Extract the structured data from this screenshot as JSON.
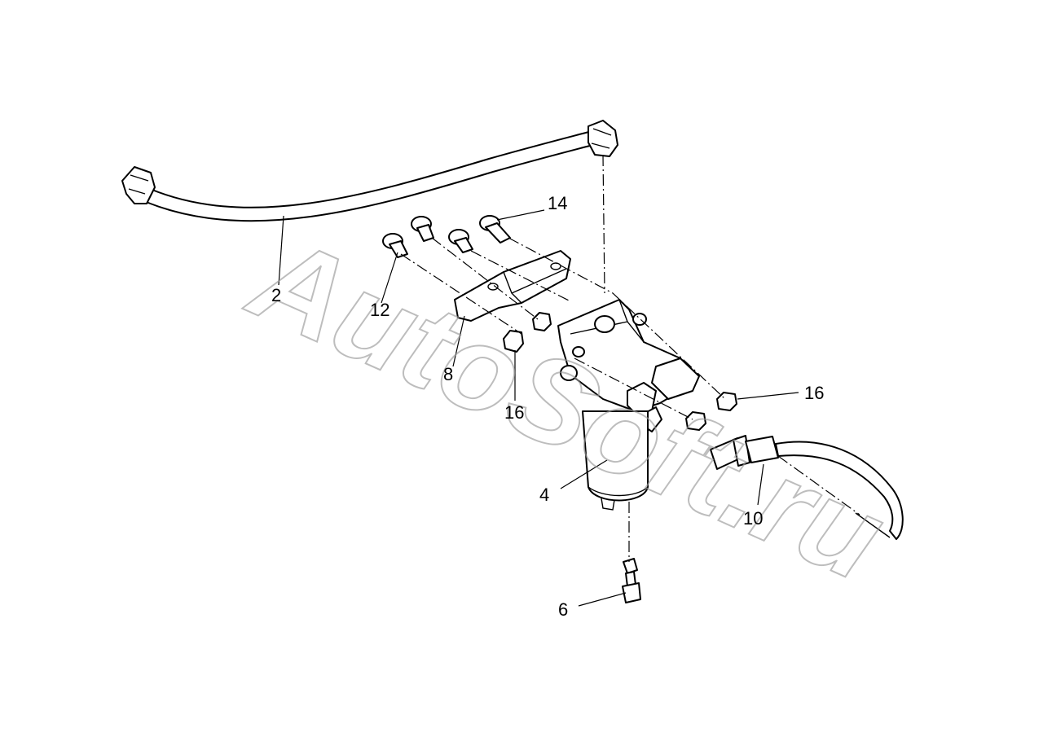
{
  "diagram": {
    "watermark": "AutoSoft.ru",
    "callouts": [
      {
        "id": "c2",
        "label": "2"
      },
      {
        "id": "c4",
        "label": "4"
      },
      {
        "id": "c6",
        "label": "6"
      },
      {
        "id": "c8",
        "label": "8"
      },
      {
        "id": "c10",
        "label": "10"
      },
      {
        "id": "c12",
        "label": "12"
      },
      {
        "id": "c14",
        "label": "14"
      },
      {
        "id": "c16a",
        "label": "16"
      },
      {
        "id": "c16b",
        "label": "16"
      }
    ]
  }
}
